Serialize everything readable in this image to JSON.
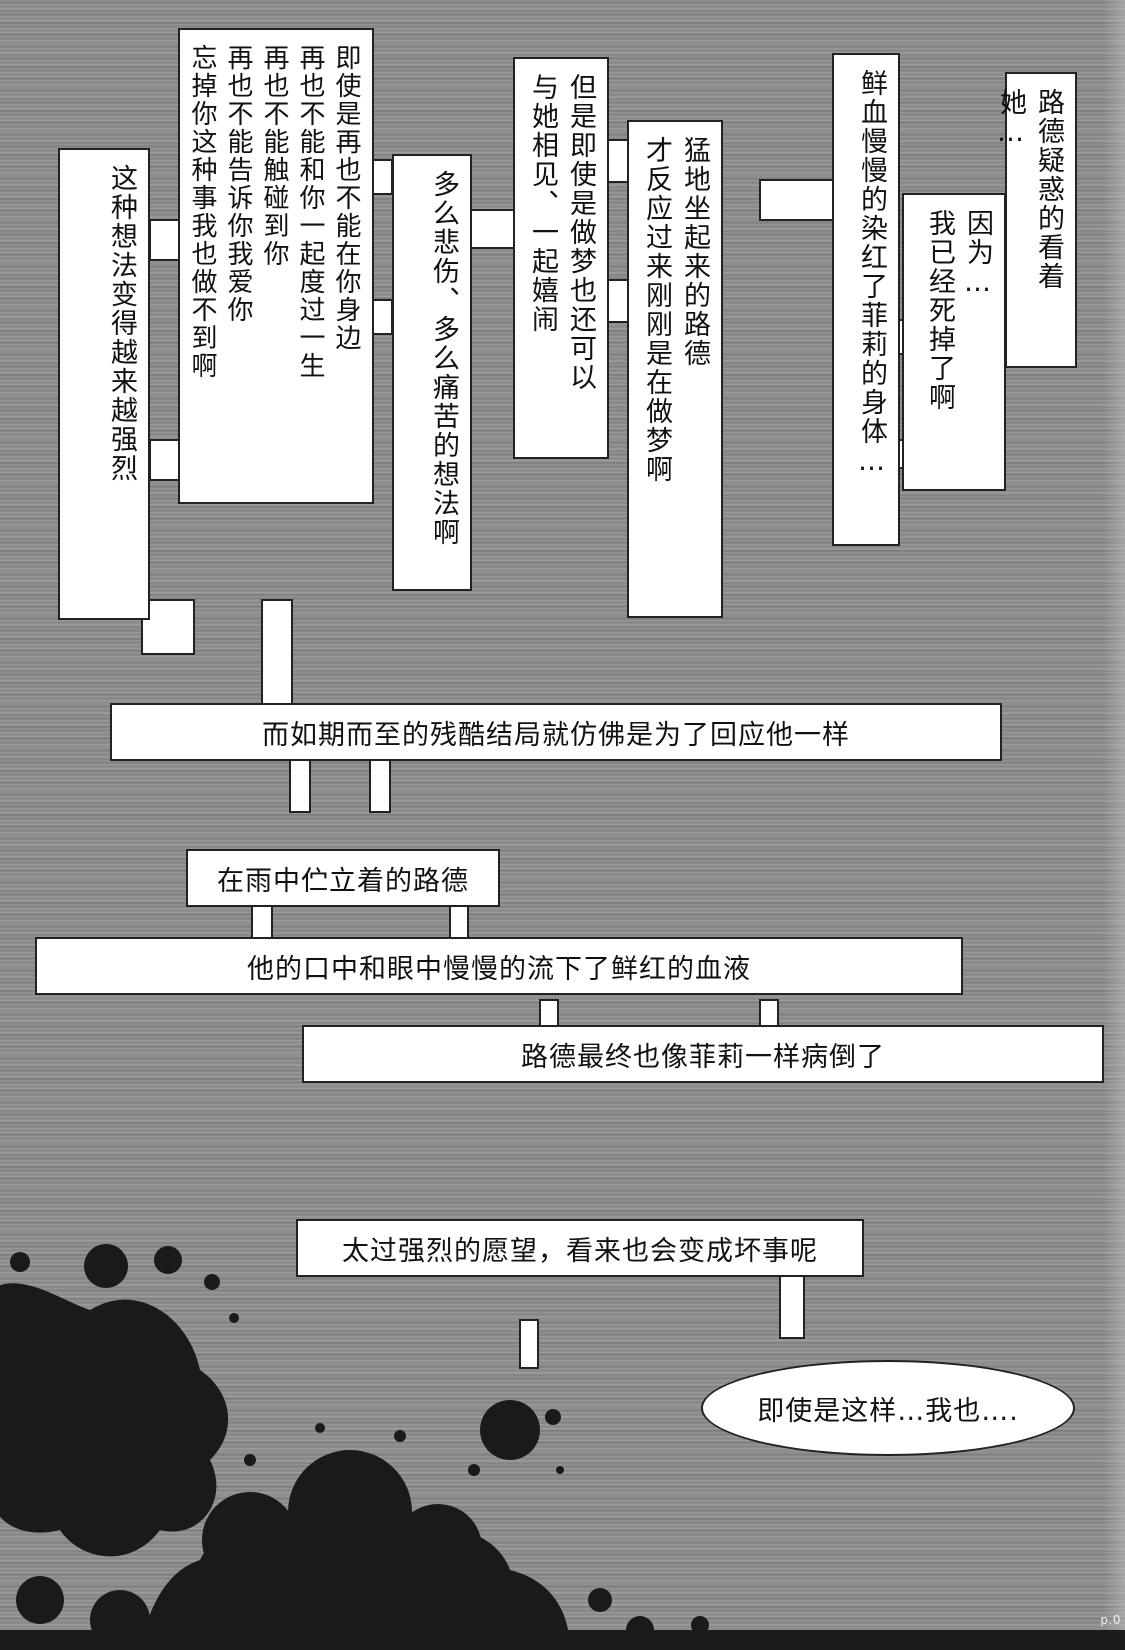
{
  "vertical_boxes": [
    {
      "name": "caption-lude-puzzled",
      "lines": [
        "路德疑惑的看着她…"
      ]
    },
    {
      "name": "caption-because-dead",
      "lines": [
        "因为…",
        "我已经死掉了啊"
      ]
    },
    {
      "name": "caption-blood-stained",
      "lines": [
        "鲜血慢慢的染红了菲莉的身体…"
      ]
    },
    {
      "name": "caption-sat-up",
      "lines": [
        "猛地坐起来的路德",
        "才反应过来刚刚是在做梦啊"
      ]
    },
    {
      "name": "caption-even-dream",
      "lines": [
        "但是即使是做梦也还可以",
        "与她相见、一起嬉闹"
      ]
    },
    {
      "name": "caption-how-sad",
      "lines": [
        "多么悲伤、多么痛苦的想法啊"
      ]
    },
    {
      "name": "caption-even-if",
      "lines": [
        "即使是再也不能在你身边",
        "再也不能和你一起度过一生",
        "再也不能触碰到你",
        "再也不能告诉你我爱你",
        "忘掉你这种事我也做不到啊"
      ]
    },
    {
      "name": "caption-thought-stronger",
      "lines": [
        "这种想法变得越来越强烈"
      ]
    }
  ],
  "horizontal_boxes": [
    {
      "name": "caption-cruel-ending",
      "text": "而如期而至的残酷结局就仿佛是为了回应他一样"
    },
    {
      "name": "caption-standing-rain",
      "text": "在雨中伫立着的路德"
    },
    {
      "name": "caption-blood-flows",
      "text": "他的口中和眼中慢慢的流下了鲜红的血液"
    },
    {
      "name": "caption-fell-ill",
      "text": "路德最终也像菲莉一样病倒了"
    },
    {
      "name": "caption-strong-wish",
      "text": "太过强烈的愿望，看来也会变成坏事呢"
    }
  ],
  "speech_bubble": {
    "text": "即使是这样…我也…."
  },
  "page_number": "p.0"
}
